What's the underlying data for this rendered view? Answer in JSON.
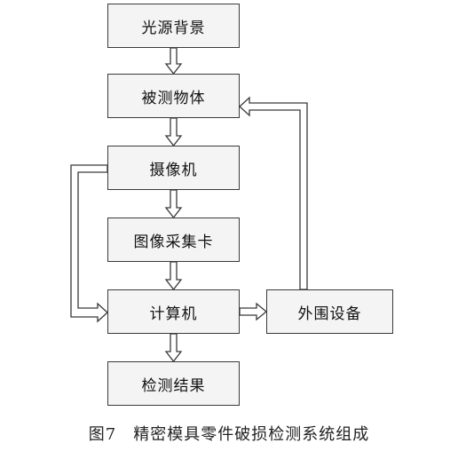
{
  "diagram": {
    "boxes": {
      "light_background": "光源背景",
      "object_under_test": "被测物体",
      "camera": "摄像机",
      "frame_grabber": "图像采集卡",
      "computer": "计算机",
      "detection_result": "检测结果",
      "peripheral_devices": "外围设备"
    }
  },
  "caption": "图7　精密模具零件破损检测系统组成",
  "colors": {
    "box_fill": "#f4f4f4",
    "box_border": "#3a3a3a",
    "arrow_stroke": "#3a3a3a",
    "arrow_fill": "#ffffff"
  }
}
